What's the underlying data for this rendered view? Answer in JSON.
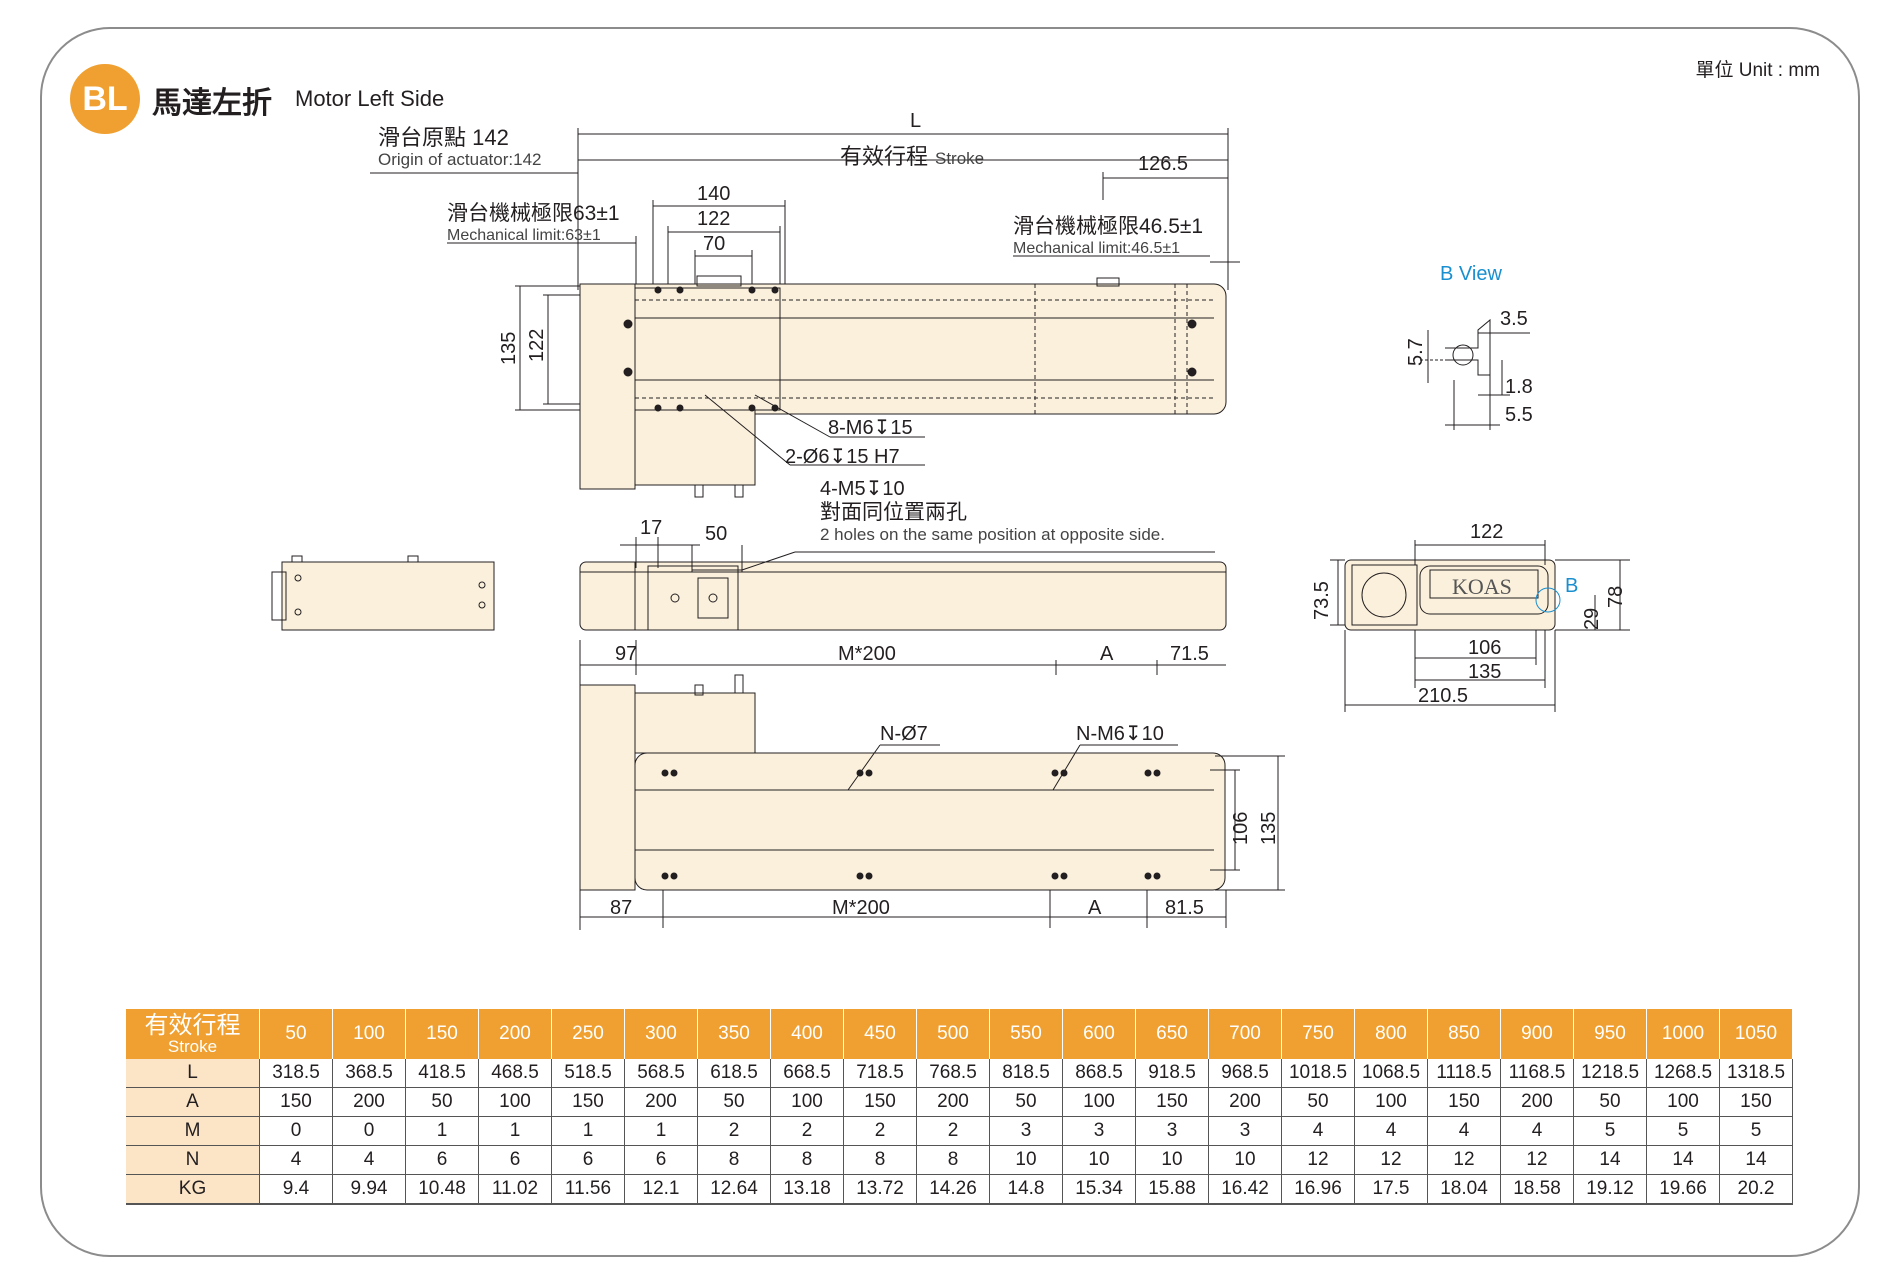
{
  "header": {
    "badge": "BL",
    "title_zh": "馬達左折",
    "title_en": "Motor Left Side",
    "unit": "單位 Unit : mm"
  },
  "top_view": {
    "dim_L": "L",
    "origin_zh": "滑台原點 142",
    "origin_en": "Origin of actuator:142",
    "stroke_zh": "有效行程",
    "stroke_en": "Stroke",
    "dim_126_5": "126.5",
    "dim_140": "140",
    "dim_122": "122",
    "dim_70": "70",
    "mech_left_zh": "滑台機械極限63±1",
    "mech_left_en": "Mechanical limit:63±1",
    "mech_right_zh": "滑台機械極限46.5±1",
    "mech_right_en": "Mechanical limit:46.5±1",
    "dim_135": "135",
    "dim_122v": "122",
    "callout_1": "8-M6↧15",
    "callout_2": "2-Ø6↧15 H7",
    "callout_3": "4-M5↧10",
    "callout_4_zh": "對面同位置兩孔",
    "callout_4_en": "2 holes on the same position at opposite side."
  },
  "b_view": {
    "title": "B View",
    "d1": "3.5",
    "d2": "5.7",
    "d3": "1.8",
    "d4": "5.5"
  },
  "side_view": {
    "d17": "17",
    "d50": "50",
    "d97": "97",
    "dM": "M*200",
    "dA": "A",
    "d71_5": "71.5"
  },
  "end_view": {
    "d122": "122",
    "d73_5": "73.5",
    "d78": "78",
    "d29": "29",
    "B": "B",
    "d106": "106",
    "d135": "135",
    "d210_5": "210.5",
    "logo": "KOAS"
  },
  "bottom_view": {
    "n7": "N-Ø7",
    "nm6": "N-M6↧10",
    "d106": "106",
    "d135": "135",
    "d87": "87",
    "dM": "M*200",
    "dA": "A",
    "d81_5": "81.5"
  },
  "table": {
    "header_zh": "有效行程",
    "header_en": "Stroke",
    "strokes": [
      "50",
      "100",
      "150",
      "200",
      "250",
      "300",
      "350",
      "400",
      "450",
      "500",
      "550",
      "600",
      "650",
      "700",
      "750",
      "800",
      "850",
      "900",
      "950",
      "1000",
      "1050"
    ],
    "rows": [
      {
        "label": "L",
        "values": [
          "318.5",
          "368.5",
          "418.5",
          "468.5",
          "518.5",
          "568.5",
          "618.5",
          "668.5",
          "718.5",
          "768.5",
          "818.5",
          "868.5",
          "918.5",
          "968.5",
          "1018.5",
          "1068.5",
          "1118.5",
          "1168.5",
          "1218.5",
          "1268.5",
          "1318.5"
        ]
      },
      {
        "label": "A",
        "values": [
          "150",
          "200",
          "50",
          "100",
          "150",
          "200",
          "50",
          "100",
          "150",
          "200",
          "50",
          "100",
          "150",
          "200",
          "50",
          "100",
          "150",
          "200",
          "50",
          "100",
          "150"
        ]
      },
      {
        "label": "M",
        "values": [
          "0",
          "0",
          "1",
          "1",
          "1",
          "1",
          "2",
          "2",
          "2",
          "2",
          "3",
          "3",
          "3",
          "3",
          "4",
          "4",
          "4",
          "4",
          "5",
          "5",
          "5"
        ]
      },
      {
        "label": "N",
        "values": [
          "4",
          "4",
          "6",
          "6",
          "6",
          "6",
          "8",
          "8",
          "8",
          "8",
          "10",
          "10",
          "10",
          "10",
          "12",
          "12",
          "12",
          "12",
          "14",
          "14",
          "14"
        ]
      },
      {
        "label": "KG",
        "values": [
          "9.4",
          "9.94",
          "10.48",
          "11.02",
          "11.56",
          "12.1",
          "12.64",
          "13.18",
          "13.72",
          "14.26",
          "14.8",
          "15.34",
          "15.88",
          "16.42",
          "16.96",
          "17.5",
          "18.04",
          "18.58",
          "19.12",
          "19.66",
          "20.2"
        ]
      }
    ]
  },
  "colors": {
    "accent": "#f0a030",
    "body_fill": "#fbf0dc",
    "row_header": "#fce5c7",
    "b_view_blue": "#1a8fd0"
  }
}
